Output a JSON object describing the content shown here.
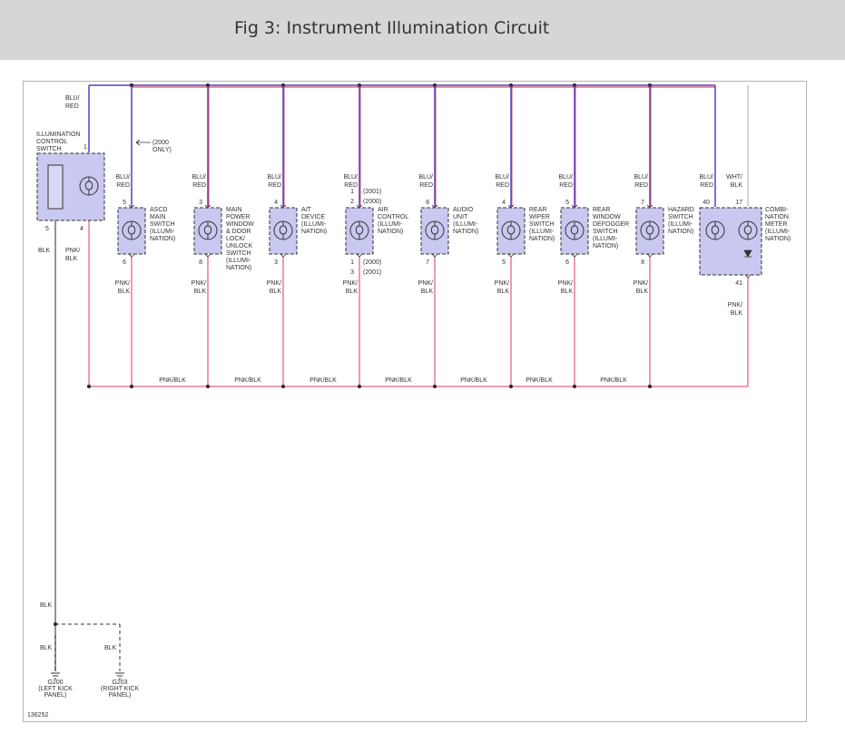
{
  "header": {
    "title": "Fig 3: Instrument Illumination Circuit"
  },
  "figure_id": "136252",
  "colors": {
    "blu_red": "#5b3cc4",
    "red": "#c0304a",
    "pnk_blk": "#e57b97",
    "blk": "#707070",
    "wht_blk": "#c8c8c8",
    "component_fill": "#c8c8f0"
  },
  "labels": {
    "blu_red": [
      "BLU/",
      "RED"
    ],
    "pnk_blk": [
      "PNK/",
      "BLK"
    ],
    "wht_blk": [
      "WHT/",
      "BLK"
    ],
    "pnk_blk_inline": "PNK/BLK",
    "blk": "BLK",
    "note_2000_only": [
      "(2000",
      "ONLY)"
    ]
  },
  "switch": {
    "name": [
      "ILLUMINATION",
      "CONTROL",
      "SWITCH"
    ],
    "pin_top": "1",
    "pin_bottom_left": "5",
    "pin_bottom_right": "4"
  },
  "components": [
    {
      "id": "ascd",
      "name": [
        "ASCD",
        "MAIN",
        "SWITCH",
        "(ILLUMI-",
        "NATION)"
      ],
      "pin_in": "5",
      "pin_out": "6"
    },
    {
      "id": "power-window",
      "name": [
        "MAIN",
        "POWER",
        "WINDOW",
        "& DOOR",
        "LOCK/",
        "UNLOCK",
        "SWITCH",
        "(ILLUMI-",
        "NATION)"
      ],
      "pin_in": "3",
      "pin_out": "8"
    },
    {
      "id": "at-device",
      "name": [
        "A/T",
        "DEVICE",
        "(ILLUMI-",
        "NATION)"
      ],
      "pin_in": "4",
      "pin_out": "3"
    },
    {
      "id": "air-control",
      "name": [
        "AIR",
        "CONTROL",
        "(ILLUMI-",
        "NATION)"
      ],
      "pin_in_a": "1",
      "pin_in_a_note": "(2001)",
      "pin_in_b": "2",
      "pin_in_b_note": "(2000)",
      "pin_out_a": "1",
      "pin_out_a_note": "(2000)",
      "pin_out_b": "3",
      "pin_out_b_note": "(2001)"
    },
    {
      "id": "audio",
      "name": [
        "AUDIO",
        "UNIT",
        "(ILLUMI-",
        "NATION)"
      ],
      "pin_in": "8",
      "pin_out": "7"
    },
    {
      "id": "rear-wiper",
      "name": [
        "REAR",
        "WIPER",
        "SWITCH",
        "(ILLUMI-",
        "NATION)"
      ],
      "pin_in": "4",
      "pin_out": "5"
    },
    {
      "id": "rear-defogger",
      "name": [
        "REAR",
        "WINDOW",
        "DEFOGGER",
        "SWITCH",
        "(ILLUMI-",
        "NATION)"
      ],
      "pin_in": "5",
      "pin_out": "6"
    },
    {
      "id": "hazard",
      "name": [
        "HAZARD",
        "SWITCH",
        "(ILLUMI-",
        "NATION)"
      ],
      "pin_in": "7",
      "pin_out": "8"
    }
  ],
  "meter": {
    "name": [
      "COMBI-",
      "NATION",
      "METER",
      "(ILLUMI-",
      "NATION)"
    ],
    "pin_in": "40",
    "pin_in2": "17",
    "pin_out": "41"
  },
  "grounds": [
    {
      "id": "g200",
      "label": "G200",
      "location": [
        "(LEFT KICK",
        "PANEL)"
      ]
    },
    {
      "id": "g203",
      "label": "G203",
      "location": [
        "(RIGHT KICK",
        "PANEL)"
      ]
    }
  ]
}
